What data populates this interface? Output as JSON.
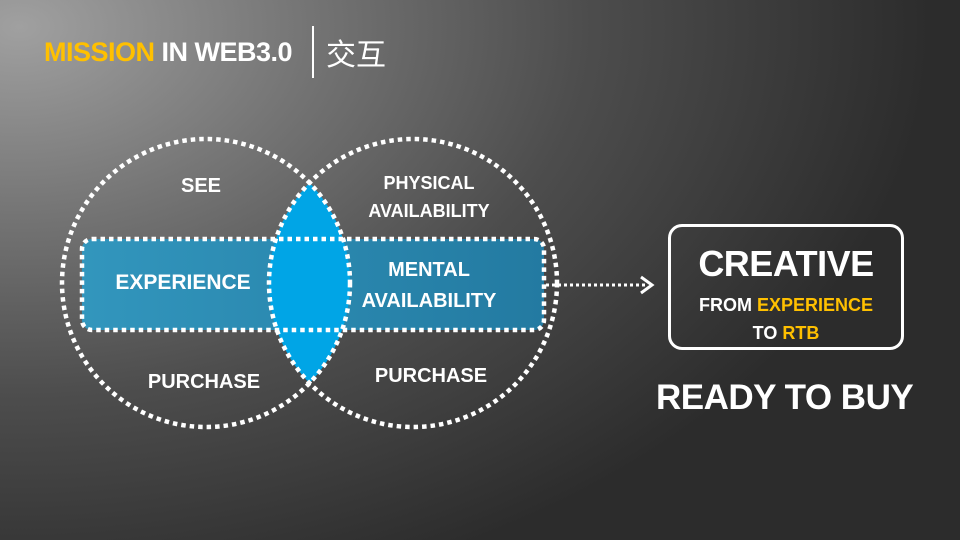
{
  "header": {
    "title_highlight": "MISSION",
    "title_rest": " IN WEB3.0",
    "title_cn": "交互"
  },
  "venn": {
    "left_top": "SEE",
    "left_mid": "EXPERIENCE",
    "left_bottom": "PURCHASE",
    "right_top_line1": "PHYSICAL",
    "right_top_line2": "AVAILABILITY",
    "right_mid_line1": "MENTAL",
    "right_mid_line2": "AVAILABILITY",
    "right_bottom": "PURCHASE"
  },
  "creative": {
    "title": "CREATIVE",
    "line1_prefix": "FROM ",
    "line1_highlight": "EXPERIENCE",
    "line2_prefix": "TO ",
    "line2_highlight": "RTB"
  },
  "ready": "READY TO BUY",
  "colors": {
    "accent": "#ffc000",
    "band_fill": "#2e8fb5",
    "lens_fill": "#00a5e6",
    "text": "#ffffff"
  }
}
